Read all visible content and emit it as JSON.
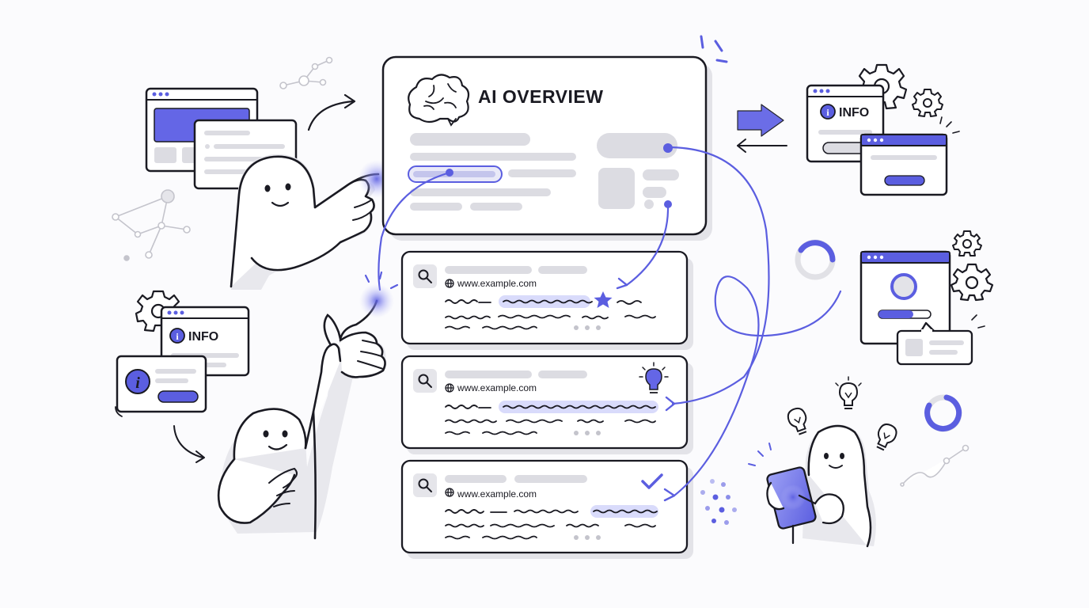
{
  "overview": {
    "title": "AI OVERVIEW"
  },
  "results": [
    {
      "url": "www.example.com",
      "marker": "star"
    },
    {
      "url": "www.example.com",
      "marker": "lightbulb"
    },
    {
      "url": "www.example.com",
      "marker": "checkmark"
    }
  ],
  "info_cards": {
    "top_right_label": "INFO",
    "left_label": "INFO"
  },
  "colors": {
    "accent": "#5b5ee0",
    "accent_light": "#d9dbfb",
    "ink": "#1a1a22",
    "placeholder": "#dcdce2",
    "shadow": "#e3e3e8"
  }
}
